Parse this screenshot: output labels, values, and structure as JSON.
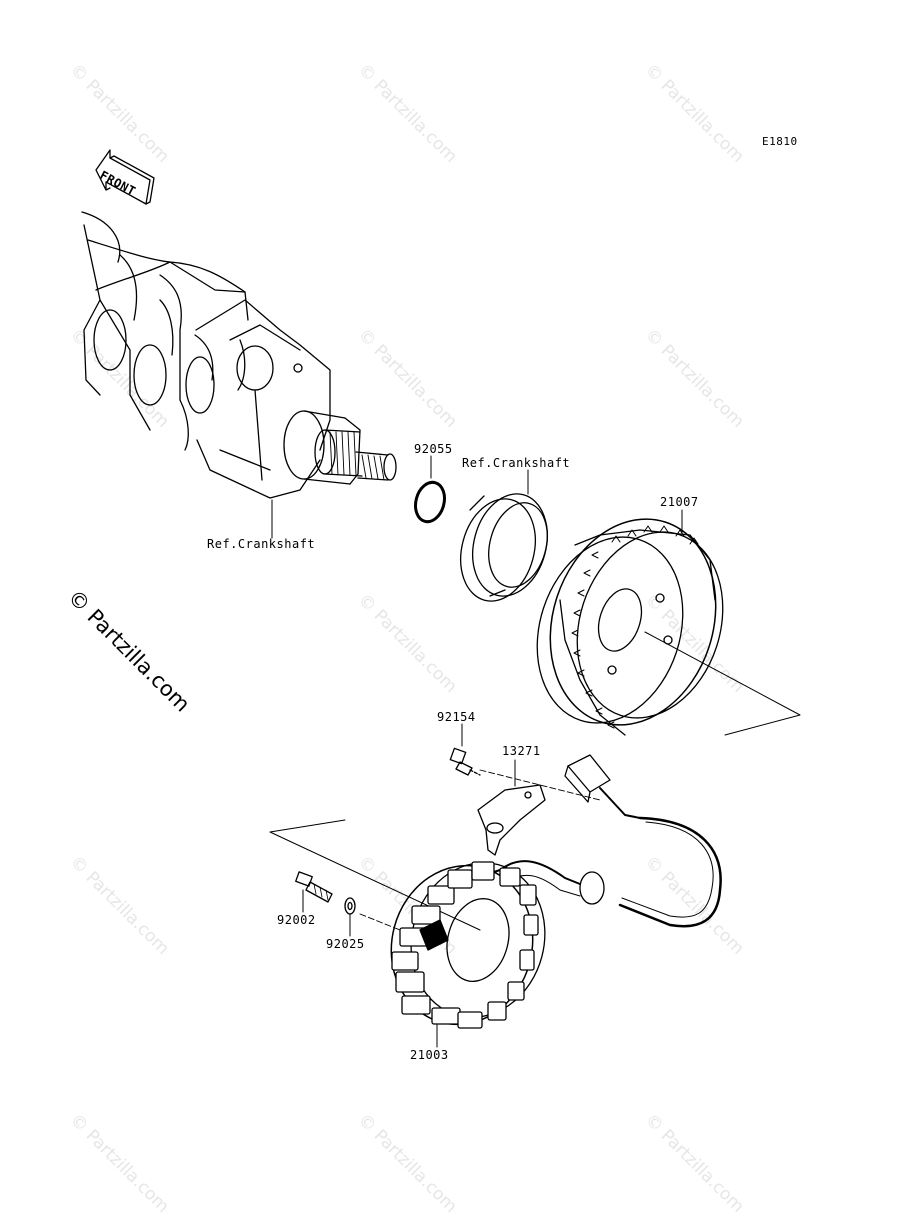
{
  "diagram": {
    "code": "E1810",
    "front_label": "FRONT",
    "brand": "© Partzilla.com",
    "watermark": "© Partzilla.com",
    "parts": [
      {
        "id": "92055"
      },
      {
        "id": "21007"
      },
      {
        "id": "92154"
      },
      {
        "id": "13271"
      },
      {
        "id": "92002"
      },
      {
        "id": "92025"
      },
      {
        "id": "21003"
      }
    ],
    "refs": [
      {
        "text": "Ref.Crankshaft"
      },
      {
        "text": "Ref.Crankshaft"
      }
    ]
  }
}
